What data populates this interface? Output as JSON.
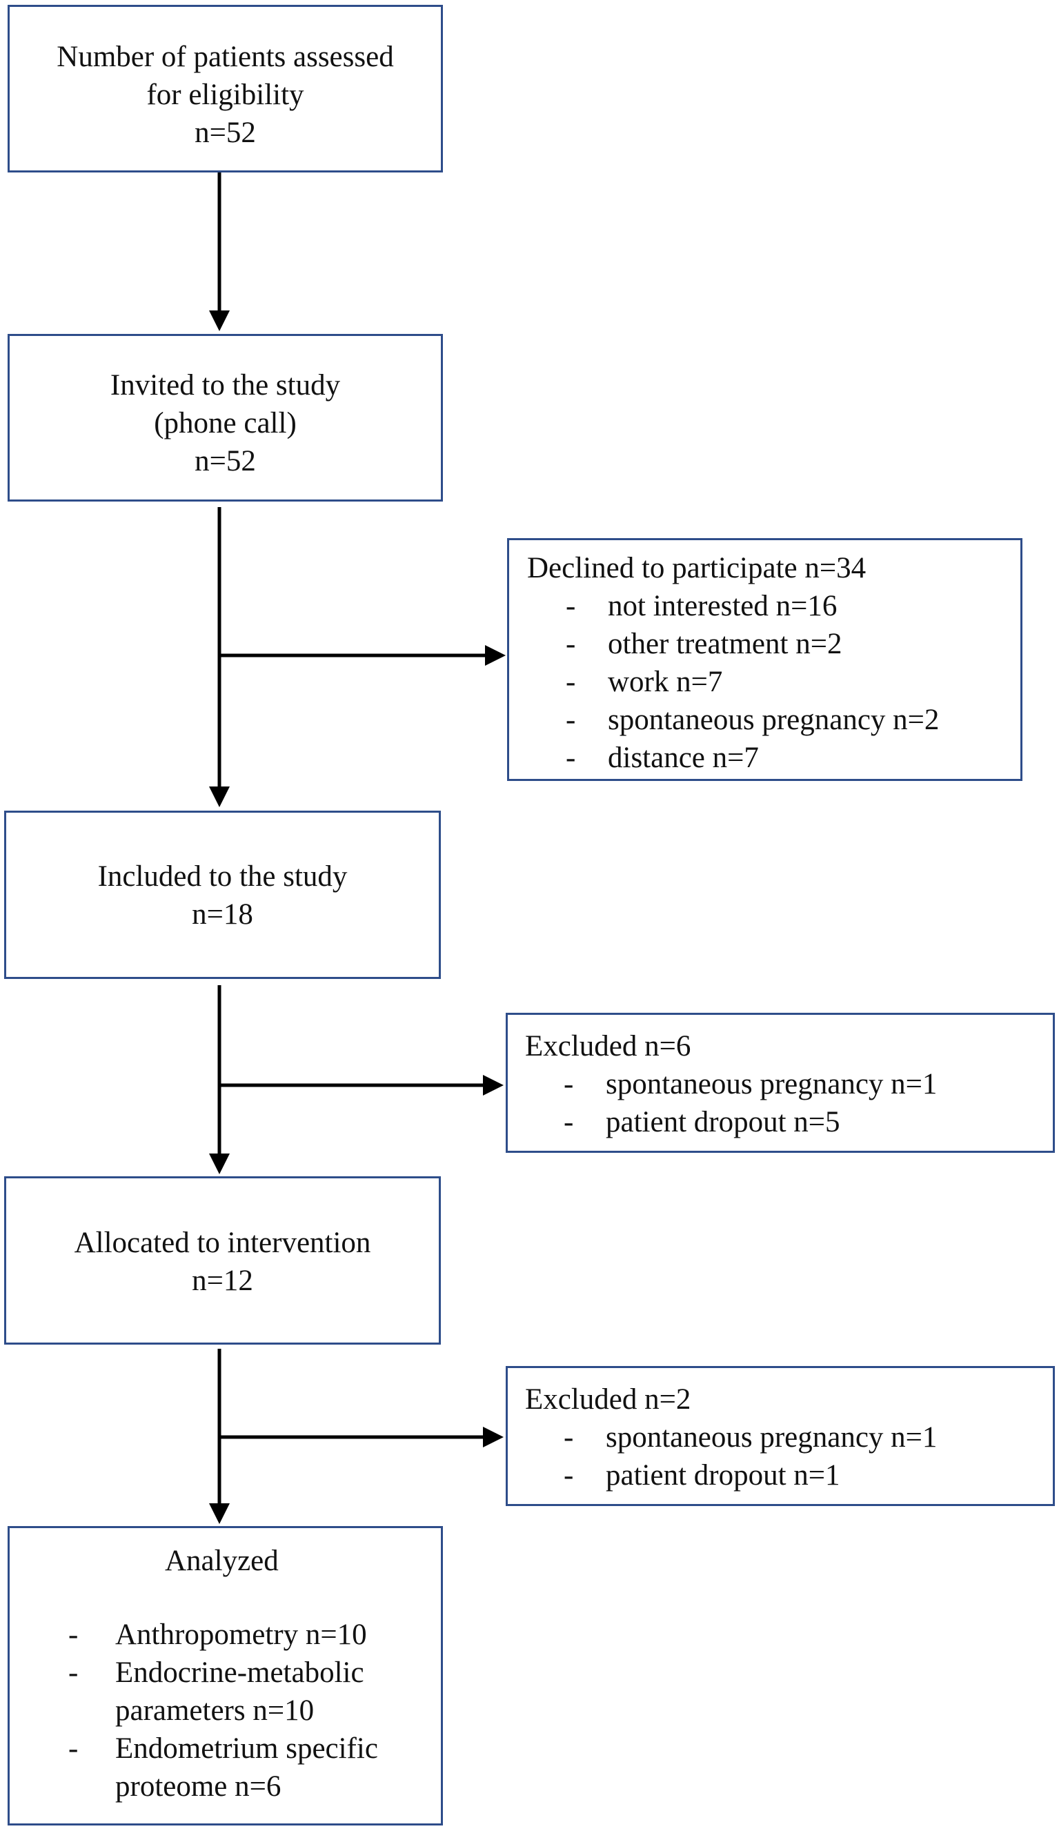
{
  "boxes": {
    "assessed": {
      "line1": "Number of patients assessed",
      "line2": "for eligibility",
      "line3": "n=52"
    },
    "invited": {
      "line1": "Invited to the study",
      "line2": "(phone call)",
      "line3": "n=52"
    },
    "declined": {
      "title": "Declined to participate n=34",
      "dash": "-",
      "items": [
        "not interested n=16",
        "other treatment n=2",
        "work n=7",
        "spontaneous pregnancy n=2",
        "distance n=7"
      ]
    },
    "included": {
      "line1": "Included to the study",
      "line2": "n=18"
    },
    "excluded1": {
      "title": "Excluded n=6",
      "dash": "-",
      "items": [
        "spontaneous pregnancy n=1",
        "patient dropout n=5"
      ]
    },
    "allocated": {
      "line1": "Allocated to intervention",
      "line2": "n=12"
    },
    "excluded2": {
      "title": "Excluded n=2",
      "dash": "-",
      "items": [
        "spontaneous pregnancy n=1",
        "patient dropout n=1"
      ]
    },
    "analyzed": {
      "title": "Analyzed",
      "dash": "-",
      "items": [
        {
          "line1": "Anthropometry n=10",
          "line2": ""
        },
        {
          "line1": "Endocrine-metabolic",
          "line2": "parameters n=10"
        },
        {
          "line1": "Endometrium specific",
          "line2": "proteome n=6"
        }
      ]
    }
  }
}
